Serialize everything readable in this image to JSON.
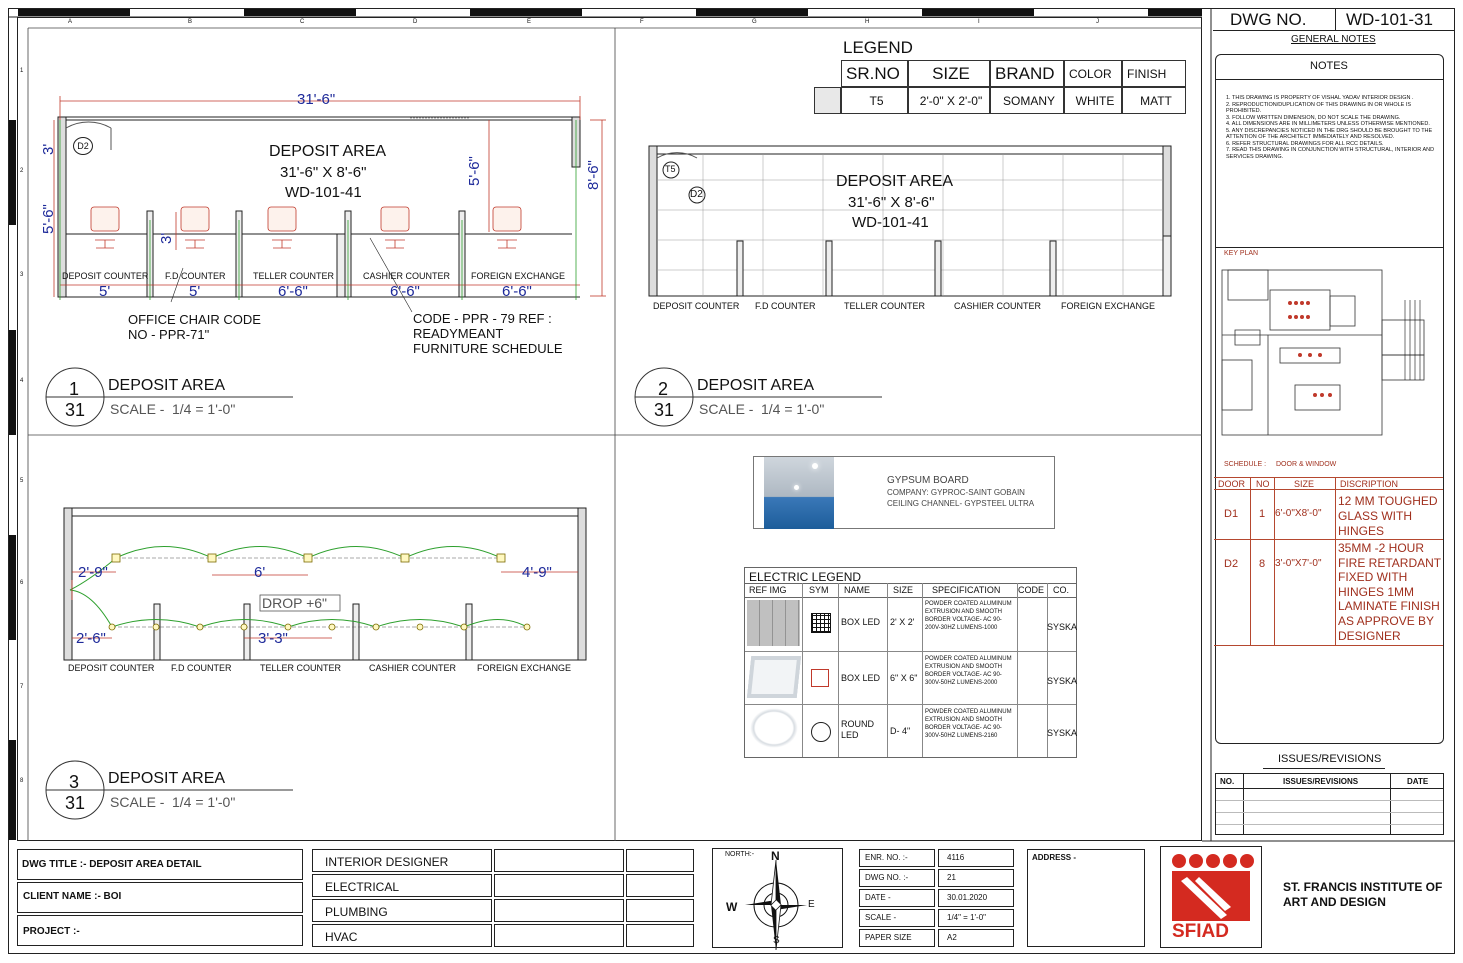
{
  "sheet": {
    "dwg_no_label": "DWG NO.",
    "dwg_no": "WD-101-31",
    "general_notes": "GENERAL NOTES",
    "notes_title": "NOTES",
    "notes": [
      "1.   THIS DRAWING IS PROPERTY OF VISHAL YADAV INTERIOR DESIGN .",
      "2.   REPRODUCTION/DUPLICATION OF THIS DRAWING IN OR WHOLE IS PROHIBITED.",
      "3.   FOLLOW WRITTEN DIMENSION, DO NOT SCALE THE DRAWING.",
      "4.   ALL DIMENSIONS ARE IN MILLIMETERS UNLESS OTHERWISE MENTIONED.",
      "5.   ANY DISCREPANCIES NOTICED IN THE DRG SHOULD BE BROUGHT TO THE ATTENTION OF THE ARCHITECT IMMEDIATELY AND RESOLVED.",
      "6.   REFER STRUCTURAL DRAWINGS FOR ALL RCC DETAILS.",
      "7.   READ THIS DRAWING IN CONJUNCTION WITH STRUCTURAL, INTERIOR AND SERVICES DRAWING."
    ],
    "key_plan": "KEY PLAN",
    "schedule_label": "SCHEDULE :",
    "schedule_value": "DOOR & WINDOW",
    "issues_title": "ISSUES/REVISIONS",
    "issues_headers": [
      "NO.",
      "ISSUES/REVISIONS",
      "DATE"
    ],
    "grid_cols": [
      "A",
      "B",
      "C",
      "D",
      "E",
      "F",
      "G",
      "H",
      "I",
      "J"
    ],
    "grid_rows": [
      "1",
      "2",
      "3",
      "4",
      "5",
      "6",
      "7",
      "8"
    ]
  },
  "door_schedule": {
    "headers": [
      "DOOR",
      "NO",
      "SIZE",
      "DISCRIPTION"
    ],
    "rows": [
      {
        "door": "D1",
        "no": "1",
        "size": "6'-0\"X8'-0\"",
        "desc": "12 MM TOUGHED GLASS WITH HINGES"
      },
      {
        "door": "D2",
        "no": "8",
        "size": "3'-0\"X7'-0\"",
        "desc": "35MM -2 HOUR FIRE RETARDANT FIXED WITH HINGES 1MM LAMINATE FINISH AS APPROVE BY DESIGNER"
      }
    ]
  },
  "legend": {
    "title": "LEGEND",
    "headers": [
      "SR.NO",
      "SIZE",
      "BRAND",
      "COLOR",
      "FINISH"
    ],
    "row": [
      "T5",
      "2'-0\" X 2'-0\"",
      "SOMANY",
      "WHITE",
      "MATT"
    ]
  },
  "plan1": {
    "title": "DEPOSIT AREA",
    "sub": "31'-6\" X 8'-6\"",
    "code": "WD-101-41",
    "overall_dim": "31'-6\"",
    "dim_right": "8'-6\"",
    "dim_left_top": "3'",
    "dim_left_bot": "5'-6\"",
    "dim_inner": "5'-6\"",
    "dim_small": "3'",
    "door_tag": "D2",
    "counters": [
      "DEPOSIT COUNTER",
      "F.D COUNTER",
      "TELLER COUNTER",
      "CASHIER COUNTER",
      "FOREIGN EXCHANGE"
    ],
    "counter_dims": [
      "5'",
      "5'",
      "6'-6\"",
      "6'-6\"",
      "6'-6\""
    ],
    "chair_note_1": "OFFICE CHAIR CODE",
    "chair_note_2": "NO - PPR-71\"",
    "code_note_1": "CODE - PPR - 79 REF :",
    "code_note_2": "READYMEANT",
    "code_note_3": "FURNITURE SCHEDULE",
    "view_no": "1",
    "sheet_no": "31",
    "view_title": "DEPOSIT AREA",
    "scale_label": "SCALE -",
    "scale": "1/4 = 1'-0\""
  },
  "plan2": {
    "title": "DEPOSIT AREA",
    "sub": "31'-6\" X 8'-6\"",
    "code": "WD-101-41",
    "tile_tag": "T5",
    "door_tag": "D2",
    "counters": [
      "DEPOSIT COUNTER",
      "F.D COUNTER",
      "TELLER COUNTER",
      "CASHIER COUNTER",
      "FOREIGN EXCHANGE"
    ],
    "view_no": "2",
    "sheet_no": "31",
    "view_title": "DEPOSIT AREA",
    "scale_label": "SCALE -",
    "scale": "1/4 = 1'-0\""
  },
  "plan3": {
    "dims": [
      "2'-9\"",
      "6'",
      "4'-9\"",
      "2'-6\"",
      "3'-3\""
    ],
    "drop": "DROP +6\"",
    "counters": [
      "DEPOSIT COUNTER",
      "F.D COUNTER",
      "TELLER COUNTER",
      "CASHIER COUNTER",
      "FOREIGN EXCHANGE"
    ],
    "view_no": "3",
    "sheet_no": "31",
    "view_title": "DEPOSIT AREA",
    "scale_label": "SCALE -",
    "scale": "1/4 = 1'-0\""
  },
  "gypsum": {
    "line1": "GYPSUM BOARD",
    "line2": "COMPANY: GYPROC-SAINT GOBAIN",
    "line3": "CEILING CHANNEL- GYPSTEEL ULTRA"
  },
  "electric": {
    "title": "ELECTRIC LEGEND",
    "headers": [
      "REF IMG",
      "SYM",
      "NAME",
      "SIZE",
      "SPECIFICATION",
      "CODE",
      "CO."
    ],
    "rows": [
      {
        "name": "BOX LED",
        "size": "2' X 2'",
        "spec": "POWDER COATED ALUMINUM EXTRUSION AND SMOOTH BORDER VOLTAGE- AC 90-200V-30HZ LUMENS-1000",
        "co": "SYSKA"
      },
      {
        "name": "BOX LED",
        "size": "6\" X 6\"",
        "spec": "POWDER COATED ALUMINUM EXTRUSION AND SMOOTH BORDER VOLTAGE- AC 90-300V-50HZ LUMENS-2000",
        "co": "SYSKA"
      },
      {
        "name": "ROUND LED",
        "size": "D- 4\"",
        "spec": "POWDER COATED ALUMINUM EXTRUSION AND SMOOTH BORDER VOLTAGE- AC 90-300V-50HZ LUMENS-2160",
        "co": "SYSKA"
      }
    ]
  },
  "title_block": {
    "dwg_title": "DWG TITLE :- DEPOSIT AREA DETAIL",
    "client": "CLIENT NAME :- BOI",
    "project": "PROJECT :-",
    "disciplines": [
      "INTERIOR DESIGNER",
      "ELECTRICAL",
      "PLUMBING",
      "HVAC"
    ],
    "north": "NORTH:-",
    "compass": [
      "N",
      "S",
      "E",
      "W"
    ],
    "info": [
      {
        "label": "ENR. NO. :-",
        "value": "4116"
      },
      {
        "label": "DWG NO. :-",
        "value": "21"
      },
      {
        "label": "DATE -",
        "value": "30.01.2020"
      },
      {
        "label": "SCALE -",
        "value": "1/4\" = 1'-0\""
      },
      {
        "label": "PAPER SIZE",
        "value": "A2"
      }
    ],
    "address": "ADDRESS -",
    "logo_text": "SFIAD",
    "institute_1": "ST. FRANCIS INSTITUTE OF",
    "institute_2": "ART AND DESIGN"
  },
  "colors": {
    "dim_blue": "#1e2a9a",
    "dim_red": "#c0392b",
    "green": "#2ea02e",
    "sched_red": "#a0301e",
    "logo_red": "#d42a20"
  }
}
